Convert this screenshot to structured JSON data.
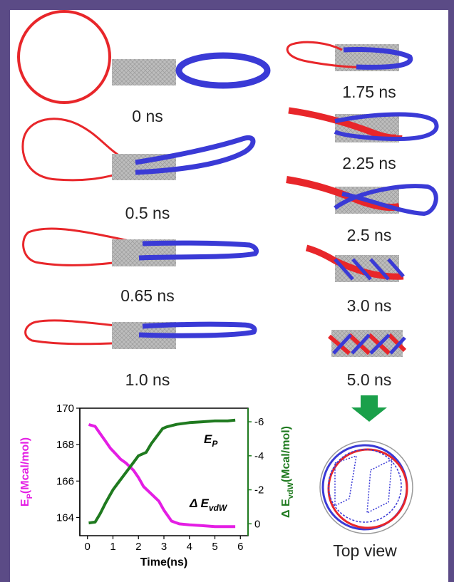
{
  "panels": [
    {
      "id": "p0",
      "time": "0 ns"
    },
    {
      "id": "p05",
      "time": "0.5 ns"
    },
    {
      "id": "p065",
      "time": "0.65 ns"
    },
    {
      "id": "p10",
      "time": "1.0 ns"
    },
    {
      "id": "p175",
      "time": "1.75 ns"
    },
    {
      "id": "p225",
      "time": "2.25 ns"
    },
    {
      "id": "p25",
      "time": "2.5 ns"
    },
    {
      "id": "p30",
      "time": "3.0 ns"
    },
    {
      "id": "p50",
      "time": "5.0 ns"
    }
  ],
  "top_view_label": "Top view",
  "colors": {
    "ring_red": "#e8262a",
    "ring_blue": "#3a3ad6",
    "tube": "#bdbdbd",
    "arrow": "#1aa04a",
    "frame": "#5b4b86"
  },
  "chart_data": {
    "type": "line",
    "xlabel": "Time(ns)",
    "xlim": [
      -0.3,
      6.3
    ],
    "x_ticks": [
      0,
      1,
      2,
      3,
      4,
      5,
      6
    ],
    "left_axis": {
      "label_main": "E",
      "label_sub": "P",
      "label_unit": "(Mcal/mol)",
      "ylim": [
        163,
        170
      ],
      "ticks": [
        164,
        166,
        168,
        170
      ],
      "color": "#e41ee4"
    },
    "right_axis": {
      "label_main": "Δ E",
      "label_sub": "vdW",
      "label_unit": "(Mcal/mol)",
      "ylim": [
        0.7,
        -6.8
      ],
      "ticks": [
        0,
        -2,
        -4,
        -6
      ],
      "color": "#1f7a1f"
    },
    "series": [
      {
        "name_main": "E",
        "name_sub": "P",
        "axis": "left",
        "color": "#e41ee4",
        "x": [
          0.05,
          0.3,
          0.5,
          0.7,
          0.9,
          1.1,
          1.3,
          1.5,
          1.8,
          2.0,
          2.2,
          2.5,
          2.8,
          3.0,
          3.3,
          3.6,
          4.0,
          4.5,
          5.0,
          5.5,
          5.8
        ],
        "y": [
          169.1,
          169.0,
          168.6,
          168.2,
          167.8,
          167.5,
          167.2,
          167.0,
          166.6,
          166.2,
          165.7,
          165.3,
          164.9,
          164.4,
          163.8,
          163.65,
          163.6,
          163.55,
          163.5,
          163.5,
          163.5
        ]
      },
      {
        "name_main": "Δ E",
        "name_sub": "vdW",
        "axis": "right",
        "color": "#1f7a1f",
        "x": [
          0.05,
          0.3,
          0.5,
          0.7,
          0.85,
          1.0,
          1.2,
          1.5,
          1.8,
          2.0,
          2.3,
          2.5,
          2.8,
          2.95,
          3.1,
          3.5,
          4.0,
          4.5,
          5.0,
          5.5,
          5.8
        ],
        "y": [
          -0.05,
          -0.1,
          -0.6,
          -1.2,
          -1.6,
          -2.0,
          -2.4,
          -3.0,
          -3.6,
          -4.0,
          -4.2,
          -4.7,
          -5.3,
          -5.6,
          -5.7,
          -5.85,
          -5.95,
          -6.0,
          -6.05,
          -6.05,
          -6.1
        ]
      }
    ]
  }
}
